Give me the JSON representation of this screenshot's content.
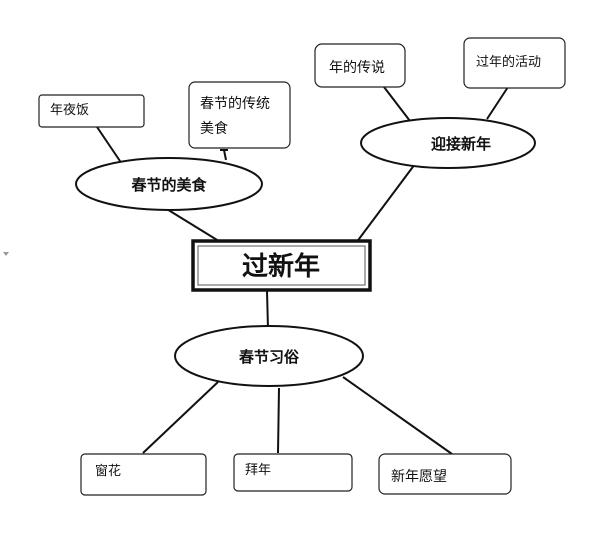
{
  "center": {
    "label": "过新年"
  },
  "branches": {
    "food": {
      "label": "春节的美食",
      "leaves": [
        {
          "label": "年夜饭"
        },
        {
          "label_line1": "春节的传统",
          "label_line2": "美食"
        }
      ]
    },
    "welcome": {
      "label": "迎接新年",
      "leaves": [
        {
          "label": "年的传说"
        },
        {
          "label": "过年的活动"
        }
      ]
    },
    "customs": {
      "label": "春节习俗",
      "leaves": [
        {
          "label": "窗花"
        },
        {
          "label": "拜年"
        },
        {
          "label": "新年愿望"
        }
      ]
    }
  },
  "colors": {
    "stroke": "#111111",
    "background": "#ffffff"
  }
}
